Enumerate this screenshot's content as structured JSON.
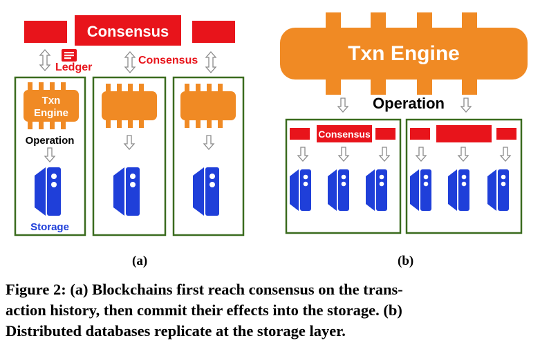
{
  "panel_a": {
    "consensus_top": "Consensus",
    "ledger": "Ledger",
    "consensus_right": "Consensus",
    "txn_engine_line1": "Txn",
    "txn_engine_line2": "Engine",
    "operation": "Operation",
    "storage": "Storage",
    "label": "(a)"
  },
  "panel_b": {
    "txn_engine": "Txn Engine",
    "operation": "Operation",
    "consensus": "Consensus",
    "label": "(b)"
  },
  "caption": {
    "line1": "Figure 2: (a) Blockchains first reach consensus on the trans-",
    "line2": "action history, then commit their effects into the storage. (b)",
    "line3": "Distributed databases replicate at the storage layer."
  },
  "colors": {
    "red": "#e8141b",
    "orange": "#f08a24",
    "green_border": "#3a6b1e",
    "blue": "#1f3fd9",
    "arrow_gray": "#9e9e9e"
  }
}
